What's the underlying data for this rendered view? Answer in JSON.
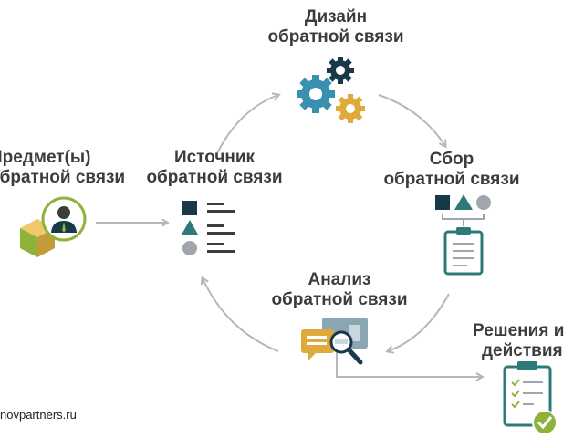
{
  "nodes": {
    "design": {
      "line1": "Дизайн",
      "line2": "обратной связи"
    },
    "source": {
      "line1": "Источник",
      "line2": "обратной связи"
    },
    "subject": {
      "line1": "Предмет(ы)",
      "line2": "обратной связи"
    },
    "collect": {
      "line1": "Сбор",
      "line2": "обратной связи"
    },
    "analysis": {
      "line1": "Анализ",
      "line2": "обратной связи"
    },
    "decisions": {
      "line1": "Решения и",
      "line2": "действия"
    }
  },
  "footer": {
    "text": "novpartners.ru"
  },
  "colors": {
    "dark_teal": "#17394a",
    "teal": "#2d7a78",
    "blue": "#3b8fb0",
    "gold": "#e0a93b",
    "green": "#8fb33a",
    "gray": "#a0a6ab",
    "arrow": "#b7b7b7"
  },
  "icons": {
    "design": "gears-icon",
    "source": "shape-list-icon",
    "subject": "person-box-icon",
    "collect": "clipboard-icon",
    "analysis": "chat-magnifier-icon",
    "decisions": "checklist-icon"
  }
}
